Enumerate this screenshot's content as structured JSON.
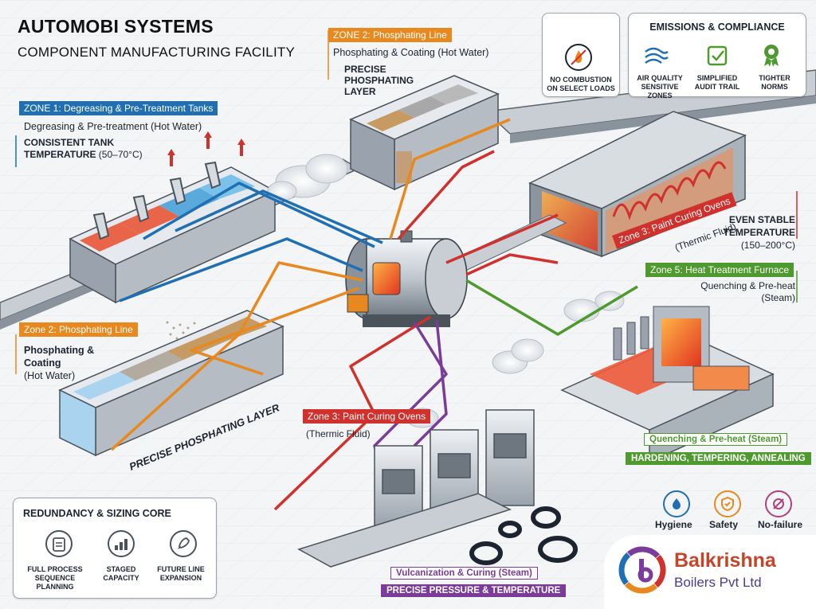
{
  "header": {
    "title": "AUTOMOBI SYSTEMS",
    "subtitle": "COMPONENT MANUFACTURING FACILITY"
  },
  "zone1": {
    "tag": "ZONE 1: Degreasing & Pre-Treatment Tanks",
    "desc": "Degreasing & Pre-treatment (Hot Water)",
    "note_bold": "CONSISTENT TANK TEMPERATURE",
    "note_rest": "(50–70°C)",
    "color": "#1f6fb2"
  },
  "zone2_top": {
    "tag": "ZONE 2: Phosphating Line",
    "desc": "Phosphating & Coating (Hot Water)",
    "note": "PRECISE PHOSPHATING LAYER",
    "color": "#e8891f"
  },
  "zone2_left": {
    "tag": "Zone 2: Phosphating Line",
    "desc_bold": "Phosphating & Coating",
    "desc_rest": "(Hot Water)",
    "layer_label": "PRECISE PHOSPHATING LAYER"
  },
  "zone3_right": {
    "tag": "Zone 3: Paint Curing Ovens",
    "desc": "(Thermic Fluid)",
    "note_bold": "EVEN STABLE TEMPERATURE",
    "note_rest": "(150–200°C)",
    "color": "#d0312d"
  },
  "zone3_center": {
    "tag": "Zone 3: Paint Curing Ovens",
    "desc": "(Thermic Fluid)"
  },
  "zone5": {
    "tag": "Zone 5: Heat Treatment Furnace",
    "desc": "Quenching & Pre-heat (Steam)",
    "badge1": "Quenching & Pre-heat (Steam)",
    "badge2": "HARDENING, TEMPERING, ANNEALING",
    "color": "#4e9a2f"
  },
  "vulcanization": {
    "badge1": "Vulcanization & Curing (Steam)",
    "badge2": "PRECISE PRESSURE & TEMPERATURE",
    "color": "#7b3b9a"
  },
  "combustion_box": {
    "label": "NO COMBUSTION ON SELECT LOADS",
    "icon": "no-flame-icon"
  },
  "emissions": {
    "title": "EMISSIONS & COMPLIANCE",
    "items": [
      {
        "label": "AIR QUALITY SENSITIVE ZONES",
        "icon": "air-quality-icon"
      },
      {
        "label": "SIMPLIFIED AUDIT TRAIL",
        "icon": "checklist-icon"
      },
      {
        "label": "TIGHTER NORMS",
        "icon": "award-icon"
      }
    ]
  },
  "redundancy": {
    "title": "REDUNDANCY & SIZING CORE",
    "items": [
      {
        "label": "FULL PROCESS SEQUENCE PLANNING",
        "icon": "clipboard-icon"
      },
      {
        "label": "STAGED CAPACITY",
        "icon": "bar-growth-icon"
      },
      {
        "label": "FUTURE LINE EXPANSION",
        "icon": "rocket-icon"
      }
    ]
  },
  "values": {
    "items": [
      {
        "label": "Hygiene",
        "icon": "hygiene-icon",
        "color": "#1f6fb2"
      },
      {
        "label": "Safety",
        "icon": "shield-icon",
        "color": "#e8891f"
      },
      {
        "label": "No-failure",
        "icon": "no-failure-icon",
        "color": "#b0407a"
      }
    ]
  },
  "brand": {
    "name": "Balkrishna",
    "sub": "Boilers Pvt Ltd",
    "colors": [
      "#e8891f",
      "#d0312d",
      "#7b3b9a",
      "#1f6fb2"
    ]
  }
}
